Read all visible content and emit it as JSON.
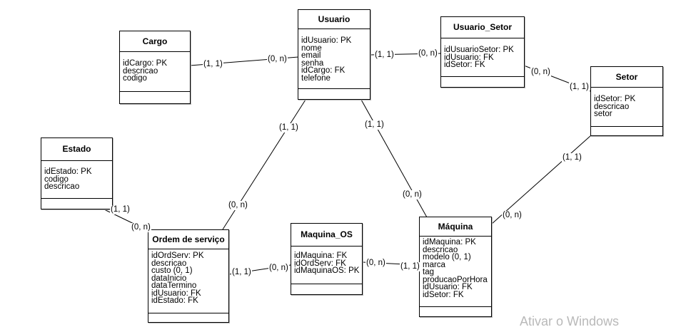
{
  "entities": {
    "cargo": {
      "title": "Cargo",
      "attributes": [
        "idCargo: PK",
        "descricao",
        "codigo"
      ]
    },
    "usuario": {
      "title": "Usuario",
      "attributes": [
        "idUsuario: PK",
        "nome",
        "email",
        "senha",
        "idCargo: FK",
        "telefone"
      ]
    },
    "usuario_setor": {
      "title": "Usuario_Setor",
      "attributes": [
        "idUsuarioSetor: PK",
        "idUsuario: FK",
        "idSetor: FK"
      ]
    },
    "setor": {
      "title": "Setor",
      "attributes": [
        "idSetor: PK",
        "descricao",
        "setor"
      ]
    },
    "estado": {
      "title": "Estado",
      "attributes": [
        "idEstado: PK",
        "codigo",
        "descricao"
      ]
    },
    "ordem_servico": {
      "title": "Ordem de serviço",
      "attributes": [
        "idOrdServ: PK",
        "descricao",
        "custo (0, 1)",
        "dataInicio",
        "dataTermino",
        "idUsuario: FK",
        "idEstado: FK"
      ]
    },
    "maquina_os": {
      "title": "Maquina_OS",
      "attributes": [
        "idMaquina: FK",
        "idOrdServ: FK",
        "idMaquinaOS: PK"
      ]
    },
    "maquina": {
      "title": "Máquina",
      "attributes": [
        "idMaquina: PK",
        "descricao",
        "modelo (0, 1)",
        "marca",
        "tag",
        "producaoPorHora",
        "idUsuario: FK",
        "idSetor: FK"
      ]
    }
  },
  "relationships": [
    {
      "from": "cargo",
      "to": "usuario",
      "from_card": "(1, 1)",
      "to_card": "(0, n)"
    },
    {
      "from": "usuario",
      "to": "usuario_setor",
      "from_card": "(1, 1)",
      "to_card": "(0, n)"
    },
    {
      "from": "usuario_setor",
      "to": "setor",
      "from_card": "(0, n)",
      "to_card": "(1, 1)"
    },
    {
      "from": "usuario",
      "to": "ordem_servico",
      "from_card": "(1, 1)",
      "to_card": "(0, n)"
    },
    {
      "from": "usuario",
      "to": "maquina",
      "from_card": "(1, 1)",
      "to_card": "(0, n)"
    },
    {
      "from": "setor",
      "to": "maquina",
      "from_card": "(1, 1)",
      "to_card": "(0, n)"
    },
    {
      "from": "estado",
      "to": "ordem_servico",
      "from_card": "(1, 1)",
      "to_card": "(0, n)"
    },
    {
      "from": "ordem_servico",
      "to": "maquina_os",
      "from_card": "(1, 1)",
      "to_card": "(0, n)"
    },
    {
      "from": "maquina_os",
      "to": "maquina",
      "from_card": "(0, n)",
      "to_card": "(1, 1)"
    }
  ],
  "watermark": "Ativar o Windows"
}
